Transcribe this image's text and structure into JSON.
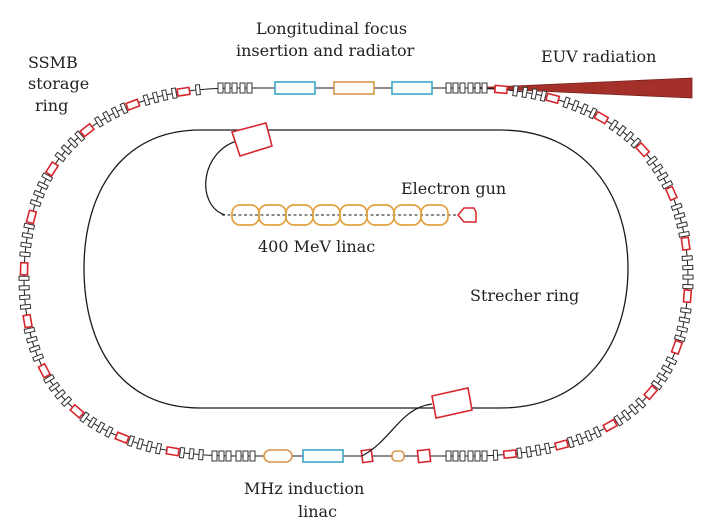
{
  "labels": {
    "ssmb_line1": "SSMB",
    "ssmb_line2": "storage",
    "ssmb_line3": "ring",
    "focus_line1": "Longitudinal focus",
    "focus_line2": "insertion and radiator",
    "euv": "EUV radiation",
    "electron_gun": "Electron gun",
    "linac_400": "400 MeV linac",
    "stretcher": "Strecher ring",
    "mhz_line1": "MHz induction",
    "mhz_line2": "linac"
  },
  "colors": {
    "magnet_red": "#d8262e",
    "quad_black": "#333333",
    "cyan": "#3aa6c9",
    "orange": "#d9954a",
    "linac_gold": "#e1a23e",
    "euv_fill": "#a4302a",
    "line": "#1a1a1a"
  }
}
